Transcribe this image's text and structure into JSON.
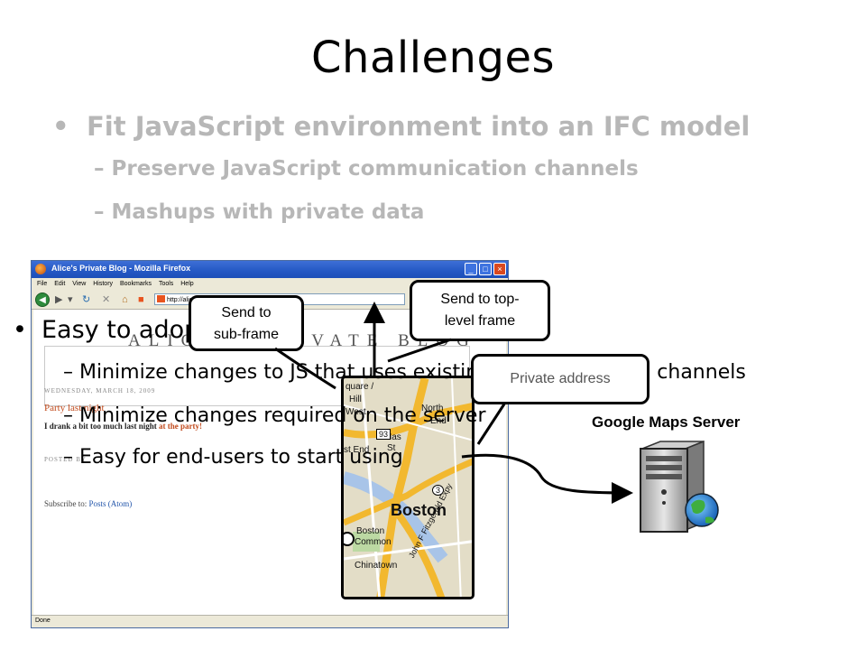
{
  "slide": {
    "title": "Challenges",
    "faded_bullets": {
      "bullet": "•",
      "dash": "–",
      "main": "Fit JavaScript environment into an IFC model",
      "sub1": "Preserve JavaScript communication channels",
      "sub2": "Mashups with private data"
    },
    "main_bullets": {
      "bullet": "•",
      "dash": "–",
      "main": "Easy to adopt",
      "sub1": "Minimize changes to JS that uses existing communication channels",
      "sub2": "Minimize changes required on the server",
      "sub3": "Easy for end-users to start using"
    }
  },
  "browser": {
    "window_title": "Alice's Private Blog - Mozilla Firefox",
    "menu": [
      "File",
      "Edit",
      "View",
      "History",
      "Bookmarks",
      "Tools",
      "Help"
    ],
    "url": "http://alice",
    "status": "Done",
    "blog": {
      "header": "ALICE'S PRIVATE BLOG",
      "date": "WEDNESDAY, MARCH 18, 2009",
      "post_title": "Party last night",
      "post_text": "I drank a bit too much last night",
      "post_text_link": "at the party!",
      "posted_by": "POSTED BY",
      "subscribe_label": "Subscribe to:",
      "subscribe_link": "Posts (Atom)"
    }
  },
  "map": {
    "labels": {
      "square": "quare /",
      "hill": "Hill",
      "west": "West",
      "north": "North",
      "end": "End",
      "nas": "Nas",
      "st": "St",
      "wend": "st End",
      "boston": "Boston",
      "bcommon": "Boston",
      "common": "Common",
      "chinatown": "Chinatown",
      "memorial": "John F Fitzgerald Expy",
      "rte93": "93",
      "rte3": "3"
    }
  },
  "callouts": {
    "subframe_line1": "Send to",
    "subframe_line2": "sub-frame",
    "toplevel_line1": "Send to top-",
    "toplevel_line2": "level frame",
    "private_address": "Private address"
  },
  "server": {
    "label": "Google Maps Server"
  },
  "colors": {
    "faded_text": "#b7b7b7",
    "titlebar": "#2458c4",
    "highway": "#f2b82f",
    "map_bg": "#e3ddc7"
  }
}
